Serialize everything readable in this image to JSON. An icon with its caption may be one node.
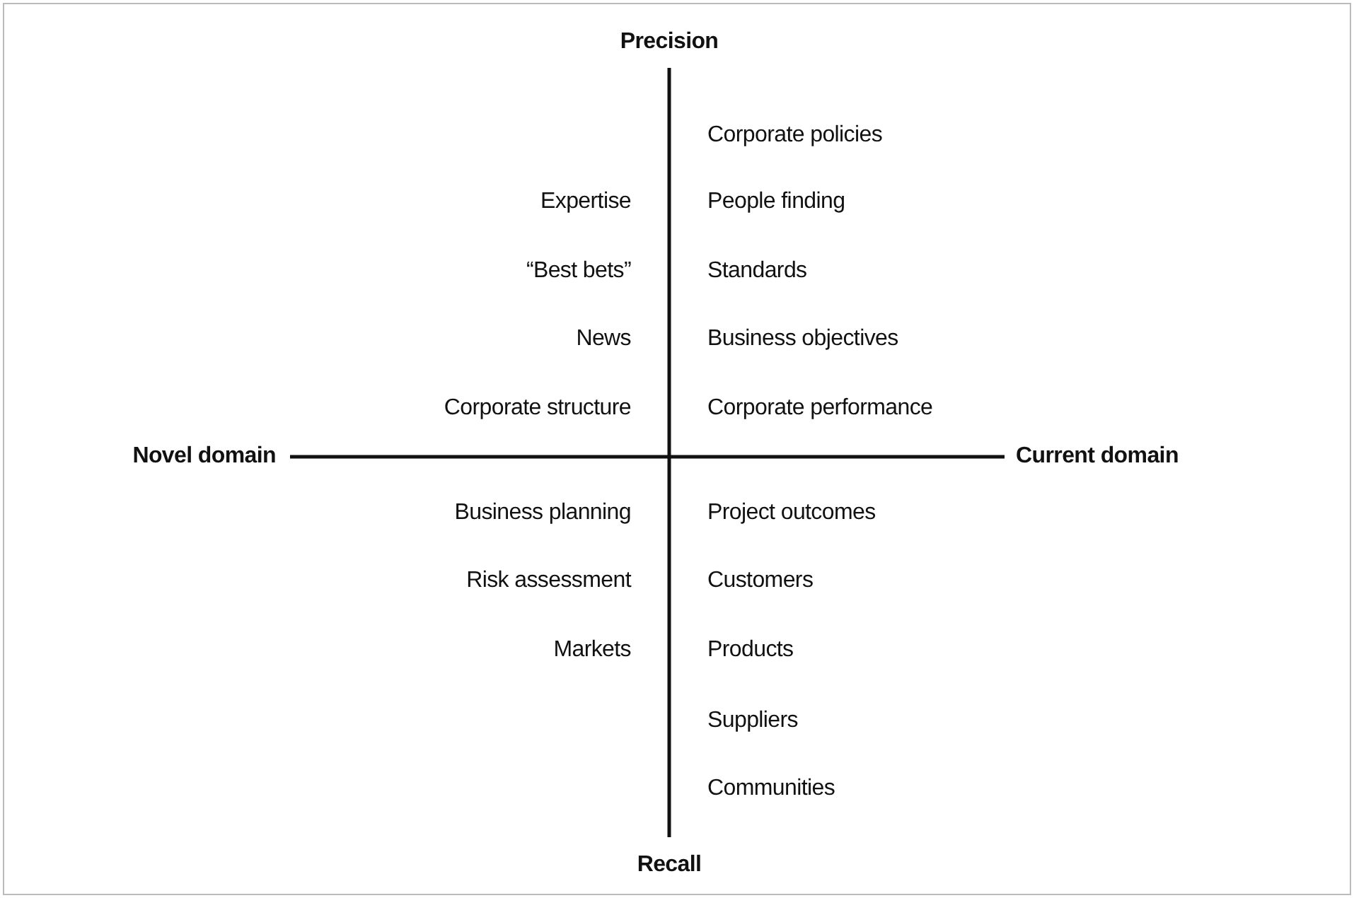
{
  "diagram": {
    "labels": [
      "Precision",
      "Corporate policies",
      "Expertise",
      "People finding",
      "“Best bets”",
      "Standards",
      "News",
      "Business objectives",
      "Corporate structure",
      "Corporate performance",
      "Novel domain",
      "Current domain",
      "Business planning",
      "Project outcomes",
      "Risk assessment",
      "Customers",
      "Markets",
      "Products",
      "Suppliers",
      "Communities",
      "Recall"
    ]
  }
}
